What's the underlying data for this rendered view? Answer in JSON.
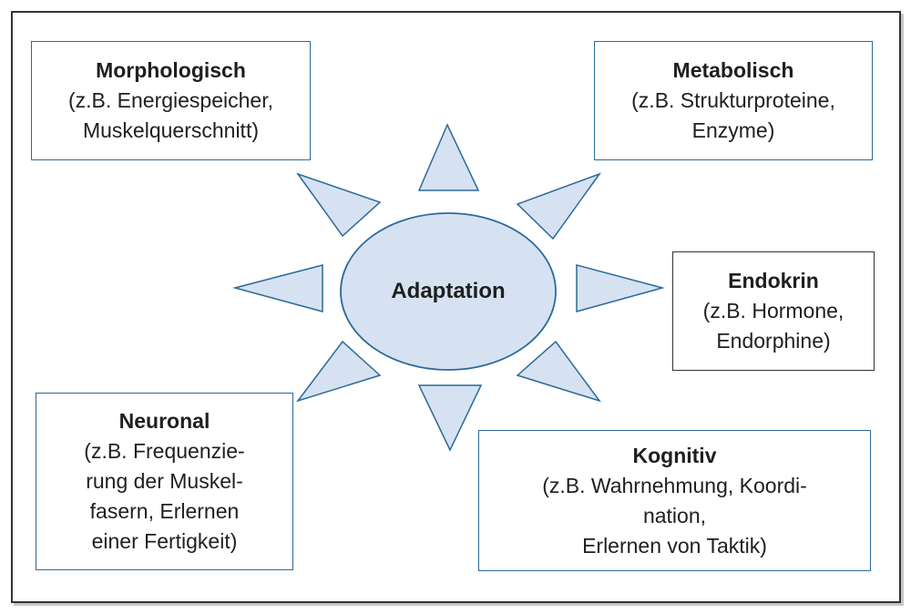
{
  "center": {
    "label": "Adaptation"
  },
  "boxes": {
    "morphologisch": {
      "title": "Morphologisch",
      "detail": "(z.B. Energiespeicher,\nMuskelquerschnitt)"
    },
    "metabolisch": {
      "title": "Metabolisch",
      "detail": "(z.B. Strukturproteine,\nEnzyme)"
    },
    "endokrin": {
      "title": "Endokrin",
      "detail": "(z.B. Hormone,\nEndorphine)"
    },
    "neuronal": {
      "title": "Neuronal",
      "detail": "(z.B. Frequenzie-\nrung der Muskel-\nfasern, Erlernen\neiner Fertigkeit)"
    },
    "kognitiv": {
      "title": "Kognitiv",
      "detail": "(z.B. Wahrnehmung, Koordi-\nnation,\nErlernen von Taktik)"
    }
  },
  "colors": {
    "fill": "#d6e2f1",
    "stroke": "#2c6a9a",
    "box_border_blue": "#2c6a9a",
    "box_border_dark": "#333333"
  }
}
